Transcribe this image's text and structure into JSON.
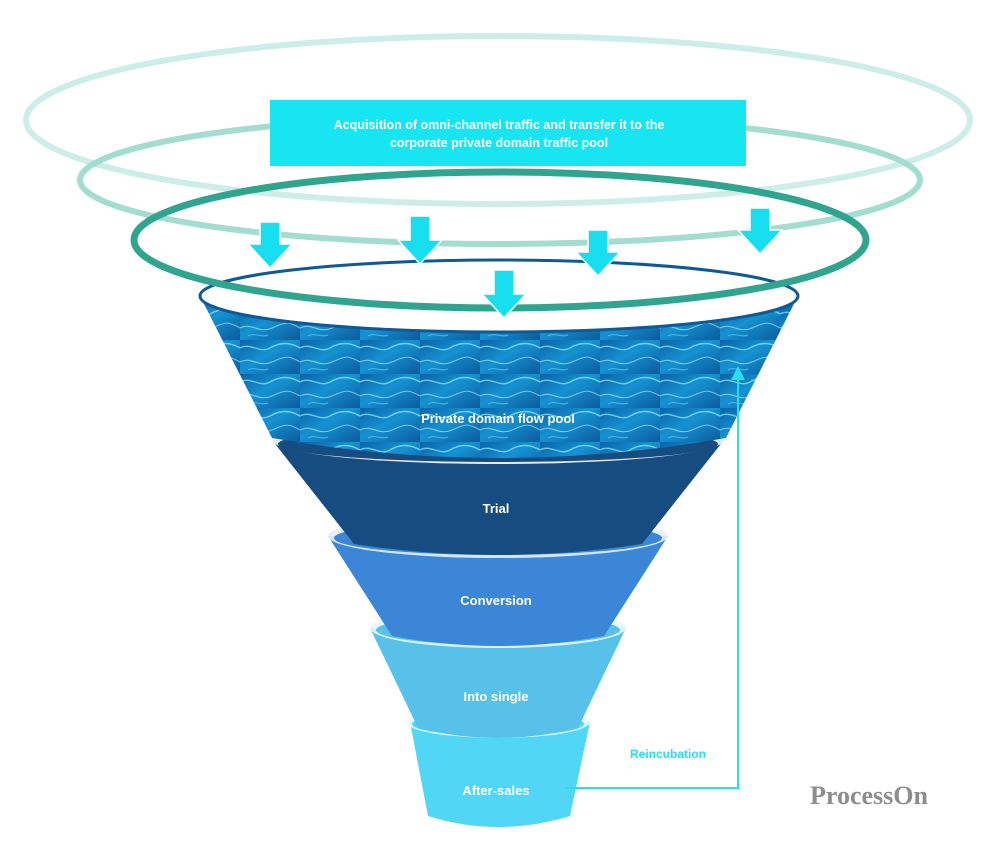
{
  "header": {
    "line1": "Acquisition of omni-channel traffic and transfer it to the",
    "line2": "corporate private domain traffic pool"
  },
  "funnel": {
    "stages": [
      {
        "label": "Private domain flow pool",
        "color": "#1a7fc0"
      },
      {
        "label": "Trial",
        "color": "#164c80"
      },
      {
        "label": "Conversion",
        "color": "#3b86d6"
      },
      {
        "label": "Into single",
        "color": "#57c1ea"
      },
      {
        "label": "After-sales",
        "color": "#51d6f5"
      }
    ]
  },
  "feedback": {
    "label": "Reincubation",
    "color": "#22e0f0"
  },
  "watermark": {
    "text": "ProcessOn",
    "color": "#8d8d8d"
  },
  "colors": {
    "header_bg": "#17e6f2",
    "arrow": "#17dff0",
    "ring_outer": "#cdeee8",
    "ring_middle": "#96d8cb",
    "ring_inner": "#2fa58f"
  }
}
